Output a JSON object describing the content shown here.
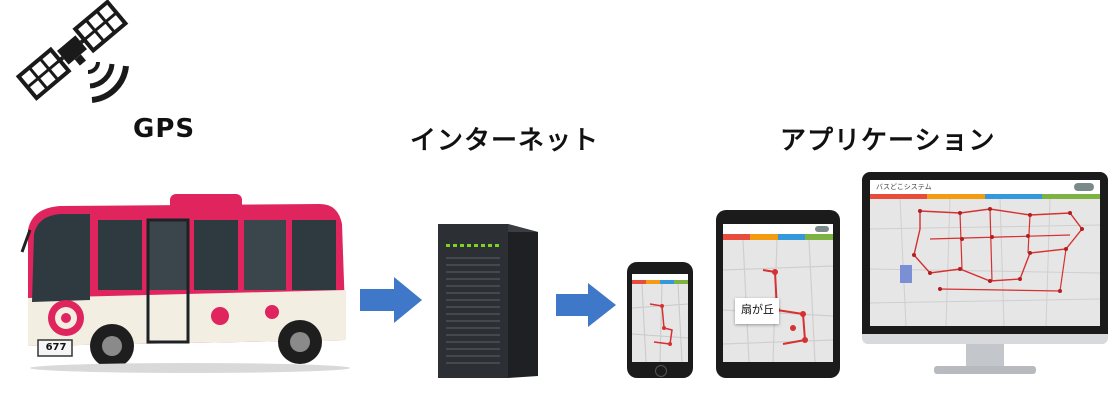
{
  "labels": {
    "gps": "GPS",
    "internet": "インターネット",
    "application": "アプリケーション"
  },
  "app": {
    "title": "バスどこシステム",
    "place_popup": "扇が丘",
    "bus_plate": "677"
  },
  "colors": {
    "arrow": "#3f78c9",
    "bus_pink": "#e0245e",
    "bus_cream": "#f3eee2",
    "server_dark": "#2c2f33",
    "server_led": "#7ed321",
    "tab_red": "#e74c3c",
    "tab_orange": "#f39c12",
    "tab_blue": "#3498db",
    "tab_green": "#7cb342",
    "route_red": "#d63031"
  }
}
